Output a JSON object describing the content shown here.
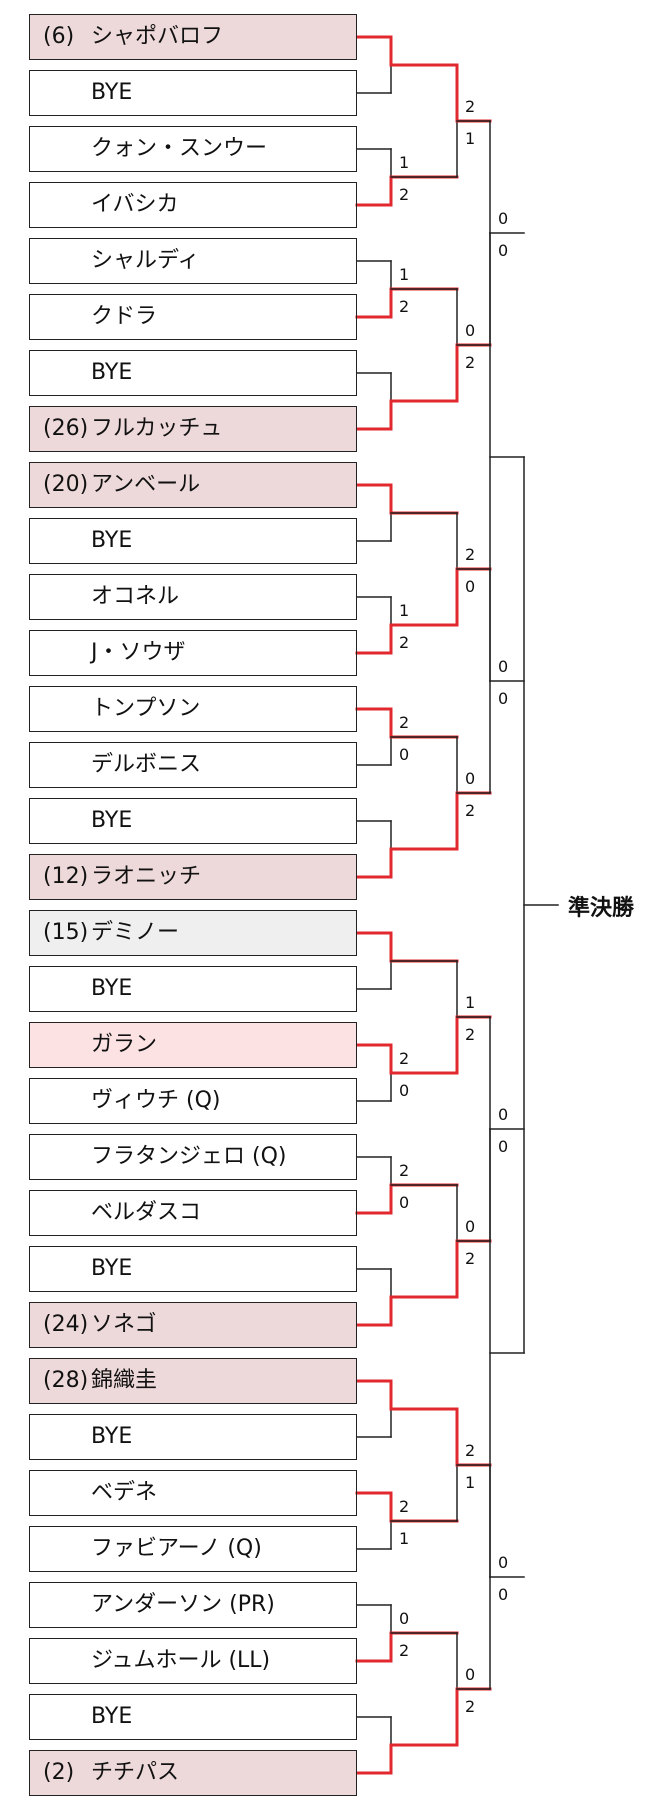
{
  "title": "準決勝",
  "colors": {
    "win": "#e0282e",
    "line": "#222222",
    "seeded_bg": "#eed9da",
    "grey_bg": "#efefef",
    "highlight_bg": "#fde2e3"
  },
  "players": [
    {
      "seed": "(6)",
      "name": "シャポバロフ",
      "style": "seeded"
    },
    {
      "seed": "",
      "name": "BYE",
      "style": ""
    },
    {
      "seed": "",
      "name": "クォン・スンウー",
      "style": ""
    },
    {
      "seed": "",
      "name": "イバシカ",
      "style": ""
    },
    {
      "seed": "",
      "name": "シャルディ",
      "style": ""
    },
    {
      "seed": "",
      "name": "クドラ",
      "style": ""
    },
    {
      "seed": "",
      "name": "BYE",
      "style": ""
    },
    {
      "seed": "(26)",
      "name": "フルカッチュ",
      "style": "seeded"
    },
    {
      "seed": "(20)",
      "name": "アンベール",
      "style": "seeded"
    },
    {
      "seed": "",
      "name": "BYE",
      "style": ""
    },
    {
      "seed": "",
      "name": "オコネル",
      "style": ""
    },
    {
      "seed": "",
      "name": "J・ソウザ",
      "style": ""
    },
    {
      "seed": "",
      "name": "トンプソン",
      "style": ""
    },
    {
      "seed": "",
      "name": "デルボニス",
      "style": ""
    },
    {
      "seed": "",
      "name": "BYE",
      "style": ""
    },
    {
      "seed": "(12)",
      "name": "ラオニッチ",
      "style": "seeded"
    },
    {
      "seed": "(15)",
      "name": "デミノー",
      "style": "seeded-grey"
    },
    {
      "seed": "",
      "name": "BYE",
      "style": ""
    },
    {
      "seed": "",
      "name": "ガラン",
      "style": "highlight"
    },
    {
      "seed": "",
      "name": "ヴィウチ (Q)",
      "style": ""
    },
    {
      "seed": "",
      "name": "フラタンジェロ (Q)",
      "style": ""
    },
    {
      "seed": "",
      "name": "ベルダスコ",
      "style": ""
    },
    {
      "seed": "",
      "name": "BYE",
      "style": ""
    },
    {
      "seed": "(24)",
      "name": "ソネゴ",
      "style": "seeded"
    },
    {
      "seed": "(28)",
      "name": "錦織圭",
      "style": "seeded"
    },
    {
      "seed": "",
      "name": "BYE",
      "style": ""
    },
    {
      "seed": "",
      "name": "ベデネ",
      "style": ""
    },
    {
      "seed": "",
      "name": "ファビアーノ (Q)",
      "style": ""
    },
    {
      "seed": "",
      "name": "アンダーソン (PR)",
      "style": ""
    },
    {
      "seed": "",
      "name": "ジュムホール (LL)",
      "style": ""
    },
    {
      "seed": "",
      "name": "BYE",
      "style": ""
    },
    {
      "seed": "(2)",
      "name": "チチパス",
      "style": "seeded"
    }
  ],
  "round1": [
    {
      "winner": "top",
      "scores": [
        "",
        ""
      ]
    },
    {
      "winner": "bottom",
      "scores": [
        "1",
        "2"
      ]
    },
    {
      "winner": "bottom",
      "scores": [
        "1",
        "2"
      ]
    },
    {
      "winner": "bottom",
      "scores": [
        "",
        ""
      ]
    },
    {
      "winner": "top",
      "scores": [
        "",
        ""
      ]
    },
    {
      "winner": "bottom",
      "scores": [
        "1",
        "2"
      ]
    },
    {
      "winner": "top",
      "scores": [
        "2",
        "0"
      ]
    },
    {
      "winner": "bottom",
      "scores": [
        "",
        ""
      ]
    },
    {
      "winner": "top",
      "scores": [
        "",
        ""
      ]
    },
    {
      "winner": "top",
      "scores": [
        "2",
        "0"
      ]
    },
    {
      "winner": "bottom",
      "scores": [
        "2",
        "0"
      ]
    },
    {
      "winner": "bottom",
      "scores": [
        "",
        ""
      ]
    },
    {
      "winner": "top",
      "scores": [
        "",
        ""
      ]
    },
    {
      "winner": "top",
      "scores": [
        "2",
        "1"
      ]
    },
    {
      "winner": "bottom",
      "scores": [
        "0",
        "2"
      ]
    },
    {
      "winner": "bottom",
      "scores": [
        "",
        ""
      ]
    }
  ],
  "round2": [
    {
      "winner": "top",
      "scores": [
        "2",
        "1"
      ]
    },
    {
      "winner": "bottom",
      "scores": [
        "0",
        "2"
      ]
    },
    {
      "winner": "bottom",
      "scores": [
        "2",
        "0"
      ]
    },
    {
      "winner": "bottom",
      "scores": [
        "0",
        "2"
      ]
    },
    {
      "winner": "bottom",
      "scores": [
        "1",
        "2"
      ]
    },
    {
      "winner": "bottom",
      "scores": [
        "0",
        "2"
      ]
    },
    {
      "winner": "top",
      "scores": [
        "2",
        "1"
      ]
    },
    {
      "winner": "bottom",
      "scores": [
        "0",
        "2"
      ]
    }
  ],
  "round3": [
    {
      "winner": "none",
      "scores": [
        "0",
        "0"
      ]
    },
    {
      "winner": "none",
      "scores": [
        "0",
        "0"
      ]
    },
    {
      "winner": "none",
      "scores": [
        "0",
        "0"
      ]
    },
    {
      "winner": "none",
      "scores": [
        "0",
        "0"
      ]
    }
  ]
}
